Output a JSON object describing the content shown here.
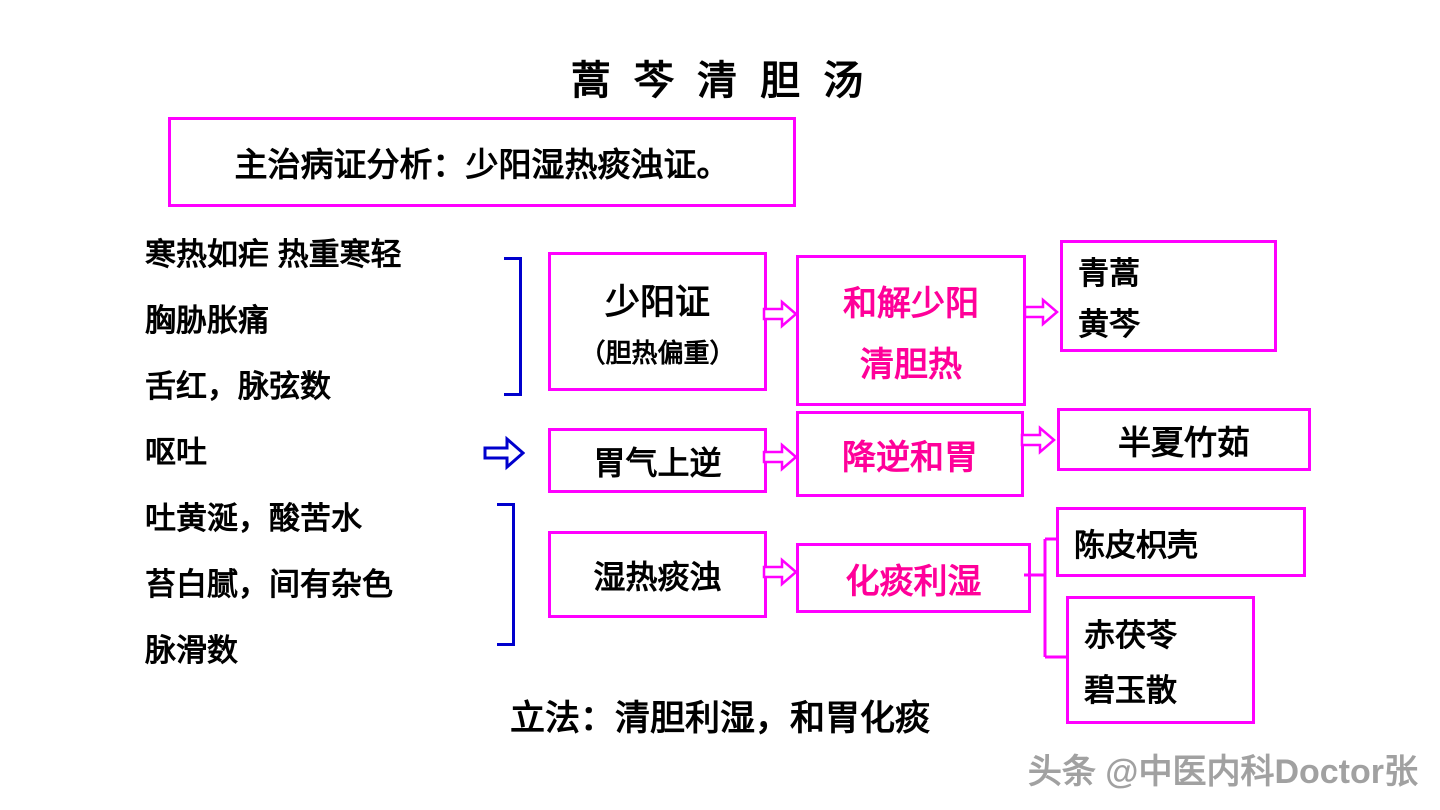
{
  "title": "蒿 芩 清 胆 汤",
  "indication": "主治病证分析：少阳湿热痰浊证。",
  "symptoms": [
    "寒热如疟 热重寒轻",
    "胸胁胀痛",
    "舌红，脉弦数",
    "呕吐",
    "吐黄涎，酸苦水",
    "苔白腻，间有杂色",
    "脉滑数"
  ],
  "flow": {
    "shaoyang": {
      "title": "少阳证",
      "subtitle": "（胆热偏重）",
      "treatment_line1": "和解少阳",
      "treatment_line2": "清胆热",
      "herbs_line1": "青蒿",
      "herbs_line2": "黄芩"
    },
    "stomach": {
      "title": "胃气上逆",
      "treatment": "降逆和胃",
      "herbs": "半夏竹茹"
    },
    "phlegm": {
      "title": "湿热痰浊",
      "treatment": "化痰利湿",
      "herbs_top": "陈皮枳壳",
      "herbs_bottom_line1": "赤茯苓",
      "herbs_bottom_line2": "碧玉散"
    }
  },
  "method": "立法：清胆利湿，和胃化痰",
  "watermark": "头条 @中医内科Doctor张",
  "colors": {
    "box_border": "#FF00FF",
    "treatment_text": "#FF0099",
    "connector_blue": "#0000CD",
    "watermark_gray": "#8A8A8A"
  }
}
